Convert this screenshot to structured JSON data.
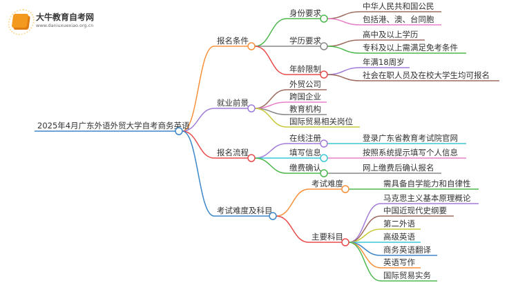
{
  "logo": {
    "name": "大牛教育自考网",
    "url": "www.daniuxuexiao.org.cn"
  },
  "root": {
    "label": "2025年4月广东外语外贸大学自考商务英语",
    "color": "#3a86c8"
  },
  "branches": [
    {
      "label": "报名条件",
      "color": "#f7903a",
      "children": [
        {
          "label": "身份要求",
          "color": "#4cb84c",
          "children": [
            {
              "label": "中华人民共和国公民",
              "color": "#9c6b5e"
            },
            {
              "label": "包括港、澳、台同胞",
              "color": "#e880c8"
            }
          ]
        },
        {
          "label": "学历要求",
          "color": "#888888",
          "children": [
            {
              "label": "高中及以上学历",
              "color": "#9c6b5e"
            },
            {
              "label": "专科及以上需满足免考条件",
              "color": "#4cb84c"
            }
          ]
        },
        {
          "label": "年龄限制",
          "color": "#e84a4a",
          "children": [
            {
              "label": "年满18周岁",
              "color": "#a07ad8"
            },
            {
              "label": "社会在职人员及在校大学生均可报名",
              "color": "#9c6b5e"
            }
          ]
        }
      ]
    },
    {
      "label": "就业前景",
      "color": "#a07ad8",
      "children": [
        {
          "label": "外贸公司",
          "color": "#9c6b5e"
        },
        {
          "label": "跨国企业",
          "color": "#e880c8"
        },
        {
          "label": "教育机构",
          "color": "#888888"
        },
        {
          "label": "国际贸易相关岗位",
          "color": "#c8c83a"
        }
      ]
    },
    {
      "label": "报名流程",
      "color": "#e84a4a",
      "children": [
        {
          "label": "在线注册",
          "color": "#a07ad8",
          "children": [
            {
              "label": "登录广东省教育考试院官网",
              "color": "#3ac8d8"
            }
          ]
        },
        {
          "label": "填写信息",
          "color": "#3ac8d8",
          "children": [
            {
              "label": "按照系统提示填写个人信息",
              "color": "#e880c8"
            }
          ]
        },
        {
          "label": "缴费确认",
          "color": "#4cb84c",
          "children": [
            {
              "label": "网上缴费后确认报名",
              "color": "#888888"
            }
          ]
        }
      ]
    },
    {
      "label": "考试难度及科目",
      "color": "#3a86c8",
      "children": [
        {
          "label": "考试难度",
          "color": "#f7903a",
          "children": [
            {
              "label": "需具备自学能力和自律性",
              "color": "#4cb84c"
            }
          ]
        },
        {
          "label": "主要科目",
          "color": "#e84a4a",
          "children": [
            {
              "label": "马克思主义基本原理概论",
              "color": "#a07ad8"
            },
            {
              "label": "中国近现代史纲要",
              "color": "#9c6b5e"
            },
            {
              "label": "第二外语",
              "color": "#c8c83a"
            },
            {
              "label": "高级英语",
              "color": "#3ac8d8"
            },
            {
              "label": "商务英语翻译",
              "color": "#3a86c8"
            },
            {
              "label": "英语写作",
              "color": "#f7903a"
            },
            {
              "label": "国际贸易实务",
              "color": "#4cb84c"
            }
          ]
        }
      ]
    }
  ]
}
